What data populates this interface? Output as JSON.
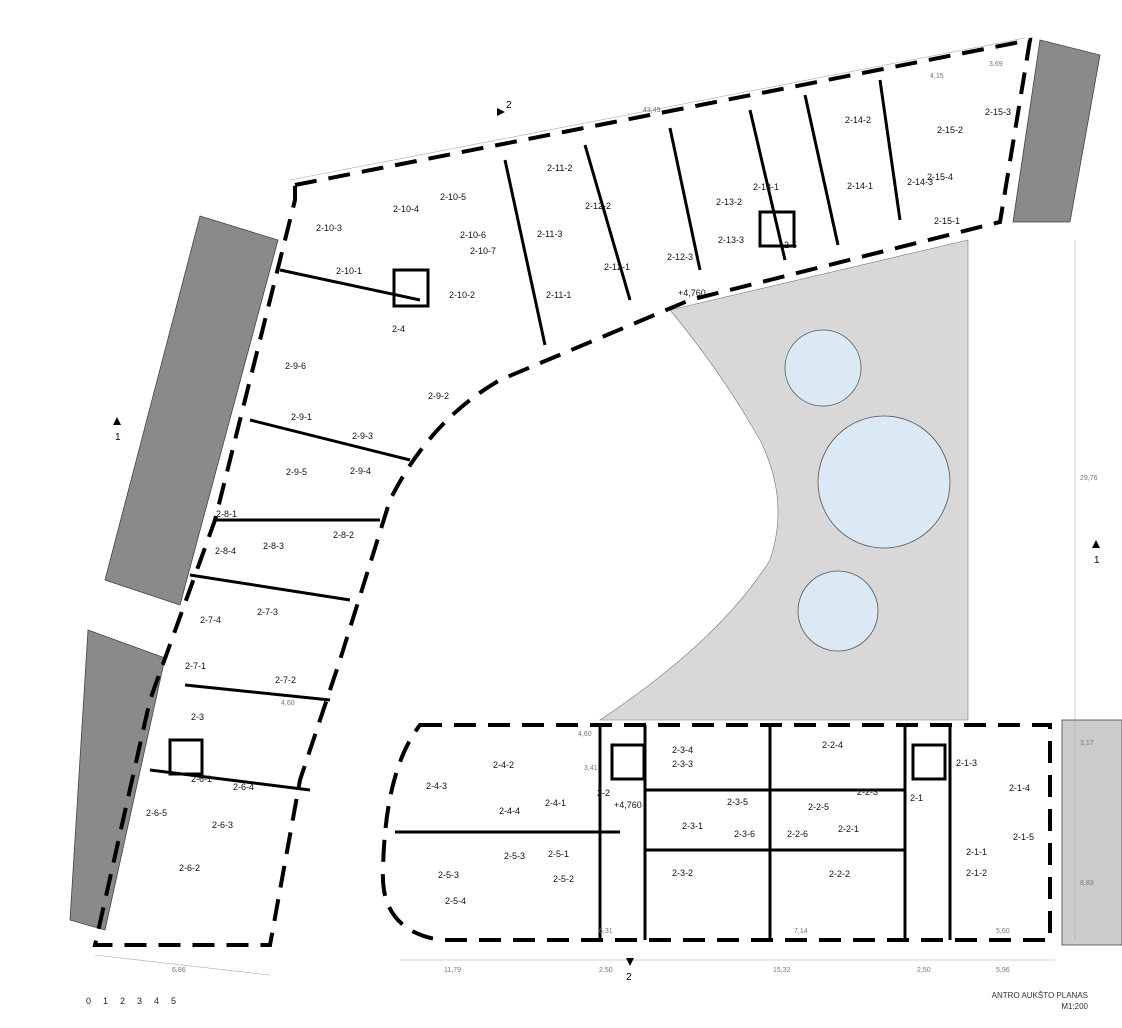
{
  "title": {
    "name": "ANTRO AUKŠTO PLANAS",
    "scale": "M1:200"
  },
  "scale_bar": [
    "0",
    "1",
    "2",
    "3",
    "4",
    "5"
  ],
  "section_marks": [
    "1",
    "1",
    "2",
    "2"
  ],
  "levels": [
    "+4,760",
    "+4,760"
  ],
  "rooms": [
    "2-10-3",
    "2-10-4",
    "2-10-5",
    "2-10-6",
    "2-10-7",
    "2-10-1",
    "2-10-2",
    "2-11-2",
    "2-11-3",
    "2-11-1",
    "2-12-2",
    "2-12-1",
    "2-12-3",
    "2-13-2",
    "2-13-1",
    "2-13-3",
    "2-5",
    "2-14-2",
    "2-14-1",
    "2-14-3",
    "2-15-2",
    "2-15-3",
    "2-15-4",
    "2-15-1",
    "2-4",
    "2-9-6",
    "2-9-2",
    "2-9-1",
    "2-9-3",
    "2-9-5",
    "2-9-4",
    "2-8-1",
    "2-8-2",
    "2-8-4",
    "2-8-3",
    "2-7-4",
    "2-7-3",
    "2-7-1",
    "2-7-2",
    "2-3",
    "2-6-1",
    "2-6-4",
    "2-6-5",
    "2-6-3",
    "2-6-2",
    "2-4-2",
    "2-4-3",
    "2-4-4",
    "2-4-1",
    "2-2",
    "2-5-3",
    "2-5-1",
    "2-5-3",
    "2-5-2",
    "2-5-4",
    "2-3-4",
    "2-3-3",
    "2-3-5",
    "2-3-1",
    "2-3-6",
    "2-3-2",
    "2-2-4",
    "2-2-3",
    "2-2-5",
    "2-2-6",
    "2-2-1",
    "2-2-2",
    "2-1",
    "2-1-3",
    "2-1-4",
    "2-1-5",
    "2-1-1",
    "2-1-2"
  ],
  "dimensions": [
    "43,49",
    "29,76",
    "11,79",
    "2,50",
    "15,32",
    "2,50",
    "5,96",
    "6,86",
    "8,83",
    "3,17",
    "4,60",
    "3,41",
    "6,31",
    "7,14",
    "5,60",
    "4,60",
    "3,69",
    "4,15"
  ]
}
